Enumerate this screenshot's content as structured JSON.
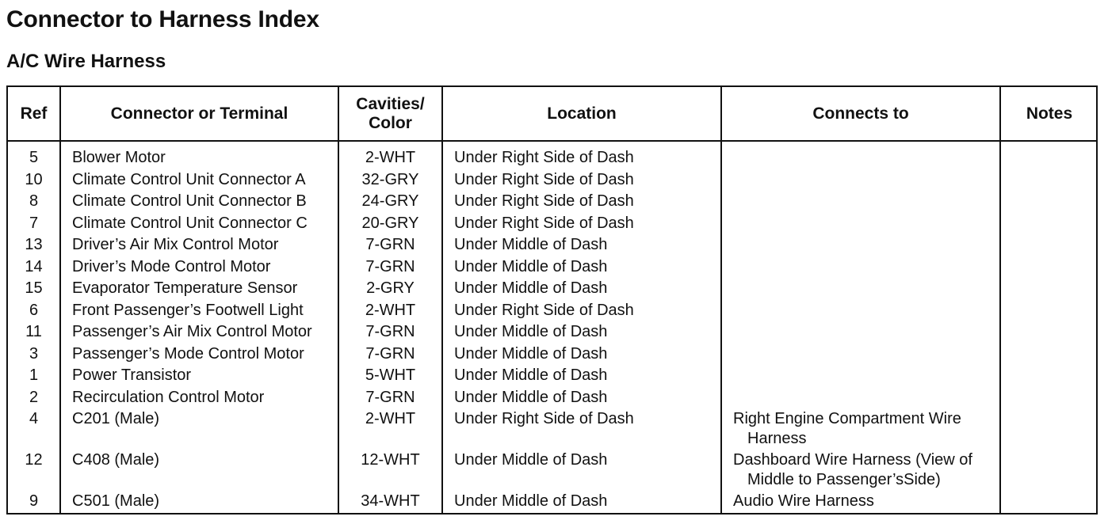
{
  "title": "Connector to Harness Index",
  "subtitle": "A/C Wire Harness",
  "table": {
    "headers": {
      "ref": "Ref",
      "connector": "Connector or Terminal",
      "cavities": "Cavities/ Color",
      "location": "Location",
      "connects_to": "Connects to",
      "notes": "Notes"
    },
    "rows": [
      {
        "ref": "5",
        "connector": "Blower Motor",
        "cavities": "2-WHT",
        "location": "Under Right Side of Dash",
        "connects_to": "",
        "notes": ""
      },
      {
        "ref": "10",
        "connector": "Climate Control Unit Connector A",
        "cavities": "32-GRY",
        "location": "Under Right Side of Dash",
        "connects_to": "",
        "notes": ""
      },
      {
        "ref": "8",
        "connector": "Climate Control Unit Connector B",
        "cavities": "24-GRY",
        "location": "Under Right Side of Dash",
        "connects_to": "",
        "notes": ""
      },
      {
        "ref": "7",
        "connector": "Climate Control Unit Connector C",
        "cavities": "20-GRY",
        "location": "Under Right Side of Dash",
        "connects_to": "",
        "notes": ""
      },
      {
        "ref": "13",
        "connector": "Driver’s Air Mix Control Motor",
        "cavities": "7-GRN",
        "location": "Under Middle of Dash",
        "connects_to": "",
        "notes": ""
      },
      {
        "ref": "14",
        "connector": "Driver’s Mode Control Motor",
        "cavities": "7-GRN",
        "location": "Under Middle of Dash",
        "connects_to": "",
        "notes": ""
      },
      {
        "ref": "15",
        "connector": "Evaporator Temperature Sensor",
        "cavities": "2-GRY",
        "location": "Under Middle of Dash",
        "connects_to": "",
        "notes": ""
      },
      {
        "ref": "6",
        "connector": "Front Passenger’s Footwell Light",
        "cavities": "2-WHT",
        "location": "Under Right Side of Dash",
        "connects_to": "",
        "notes": ""
      },
      {
        "ref": "11",
        "connector": "Passenger’s Air Mix Control Motor",
        "cavities": "7-GRN",
        "location": "Under Middle of Dash",
        "connects_to": "",
        "notes": ""
      },
      {
        "ref": "3",
        "connector": "Passenger’s Mode Control Motor",
        "cavities": "7-GRN",
        "location": "Under Middle of Dash",
        "connects_to": "",
        "notes": ""
      },
      {
        "ref": "1",
        "connector": "Power Transistor",
        "cavities": "5-WHT",
        "location": "Under Middle of Dash",
        "connects_to": "",
        "notes": ""
      },
      {
        "ref": "2",
        "connector": "Recirculation Control Motor",
        "cavities": "7-GRN",
        "location": "Under Middle of Dash",
        "connects_to": "",
        "notes": ""
      },
      {
        "ref": "4",
        "connector": "C201 (Male)",
        "cavities": "2-WHT",
        "location": "Under Right Side of Dash",
        "connects_to": "Right Engine Compartment Wire Harness",
        "notes": ""
      },
      {
        "ref": "12",
        "connector": "C408 (Male)",
        "cavities": "12-WHT",
        "location": "Under Middle of Dash",
        "connects_to": "Dashboard Wire Harness (View of Middle to Passenger’sSide)",
        "notes": ""
      },
      {
        "ref": "9",
        "connector": "C501 (Male)",
        "cavities": "34-WHT",
        "location": "Under Middle of Dash",
        "connects_to": "Audio Wire Harness",
        "notes": ""
      }
    ]
  }
}
